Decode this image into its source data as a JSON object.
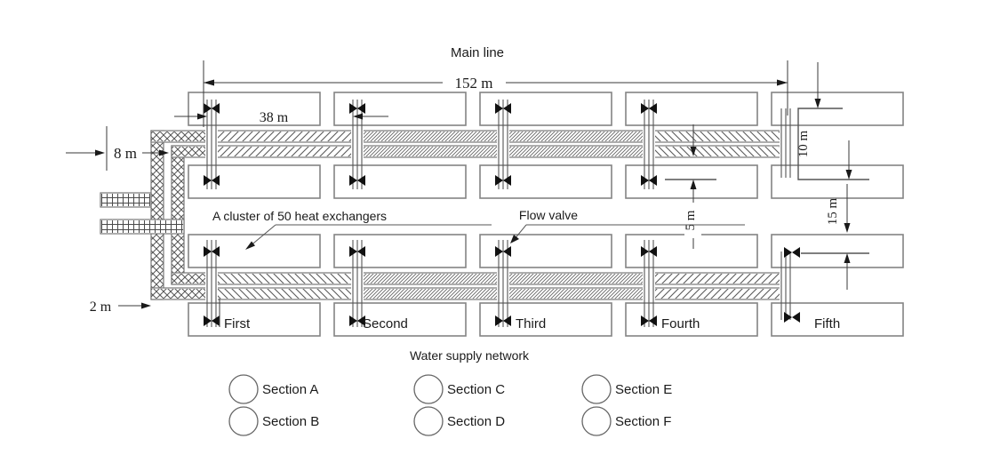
{
  "diagram": {
    "title": "Main line",
    "caption": "Water supply network",
    "cluster_note": "A cluster of 50 heat exchangers",
    "valve_note": "Flow valve",
    "clusters": [
      "First",
      "Second",
      "Third",
      "Fourth",
      "Fifth"
    ],
    "dimensions": {
      "main_length": "152 m",
      "cluster_spacing": "38 m",
      "left_offset": "8 m",
      "bottom_offset": "2 m",
      "right_upper": "10 m",
      "right_lower": "15 m",
      "branch_gap": "5 m"
    },
    "legend": [
      {
        "label": "Section A",
        "pattern": "plain"
      },
      {
        "label": "Section B",
        "pattern": "diagonal-back-hatch"
      },
      {
        "label": "Section C",
        "pattern": "dense-diagonal-hatch"
      },
      {
        "label": "Section D",
        "pattern": "diagonal-forward-hatch"
      },
      {
        "label": "Section E",
        "pattern": "cross-hatch"
      },
      {
        "label": "Section F",
        "pattern": "grid-hatch"
      }
    ],
    "colors": {
      "background": "#ffffff",
      "block_outline": "#848484",
      "pipe_outline": "#777777",
      "hatch": "#5a5a5a",
      "dimension": "#3a3a3a",
      "valve": "#111111",
      "text": "#1a1a1a"
    }
  }
}
